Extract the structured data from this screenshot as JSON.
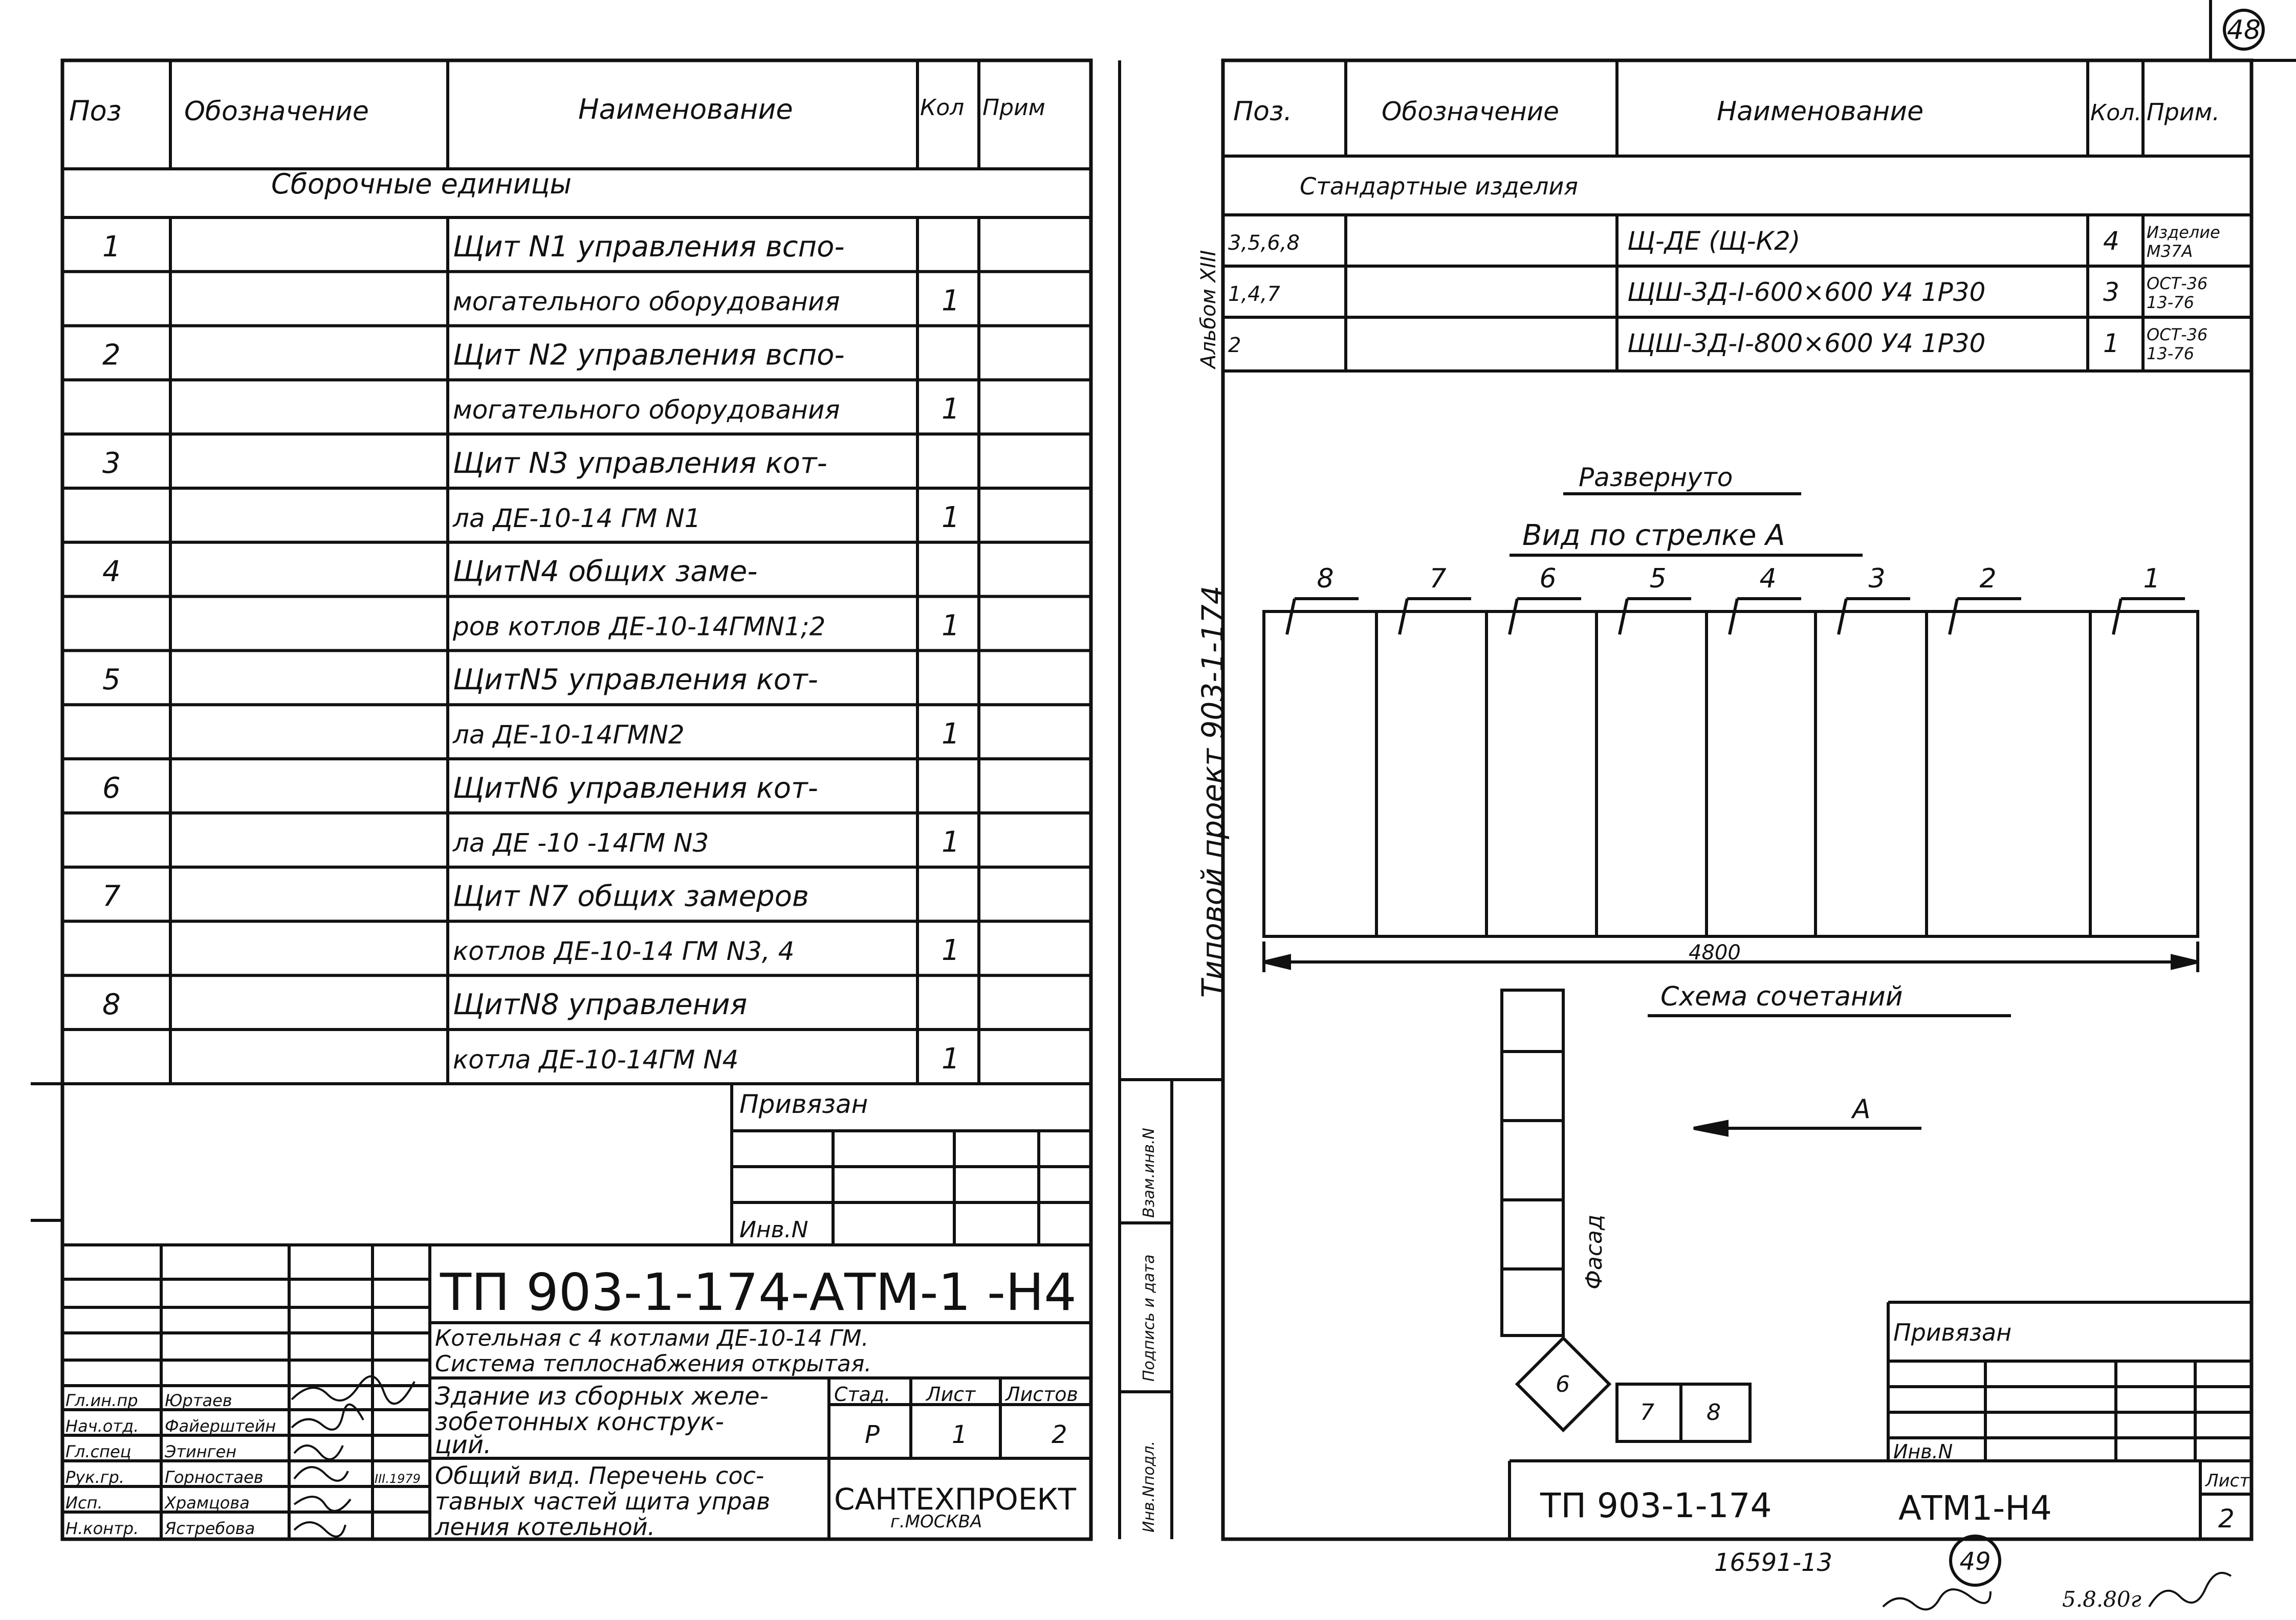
{
  "sheet_number_top": "48",
  "left_table": {
    "headers": {
      "pos": "Поз",
      "designation": "Обозначение",
      "name": "Наименование",
      "qty": "Кол",
      "note": "Прим"
    },
    "section": "Сборочные   единицы",
    "rows": [
      {
        "pos": "1",
        "name": "Щит N1 управления вспо-",
        "qty": ""
      },
      {
        "pos": "",
        "name": "могательного оборудования",
        "qty": "1"
      },
      {
        "pos": "2",
        "name": "Щит N2 управления вспо-",
        "qty": ""
      },
      {
        "pos": "",
        "name": "могательного оборудования",
        "qty": "1"
      },
      {
        "pos": "3",
        "name": "Щит N3 управления кот-",
        "qty": ""
      },
      {
        "pos": "",
        "name": "ла ДЕ-10-14 ГМ N1",
        "qty": "1"
      },
      {
        "pos": "4",
        "name": "ЩитN4 общих заме-",
        "qty": ""
      },
      {
        "pos": "",
        "name": "ров котлов ДЕ-10-14ГМN1;2",
        "qty": "1"
      },
      {
        "pos": "5",
        "name": "ЩитN5 управления кот-",
        "qty": ""
      },
      {
        "pos": "",
        "name": "ла ДЕ-10-14ГМN2",
        "qty": "1"
      },
      {
        "pos": "6",
        "name": "ЩитN6 управления кот-",
        "qty": ""
      },
      {
        "pos": "",
        "name": "ла ДЕ -10 -14ГМ N3",
        "qty": "1"
      },
      {
        "pos": "7",
        "name": "Щит N7 общих замеров",
        "qty": ""
      },
      {
        "pos": "",
        "name": "котлов ДЕ-10-14 ГМ N3, 4",
        "qty": "1"
      },
      {
        "pos": "8",
        "name": "ЩитN8 управления",
        "qty": ""
      },
      {
        "pos": "",
        "name": "котла ДЕ-10-14ГМ N4",
        "qty": "1"
      }
    ],
    "privyazan": "Привязан",
    "inv_no": "Инв.N"
  },
  "title_block": {
    "code": "ТП 903-1-174-АТМ-1 -Н4",
    "line1": "Котельная с 4 котлами ДЕ-10-14 ГМ.",
    "line2": "Система теплоснабжения открытая.",
    "building": [
      "Здание из сборных желе-",
      "зобетонных конструк-",
      "ций."
    ],
    "stage_label": "Стад.",
    "sheet_label": "Лист",
    "sheets_label": "Листов",
    "stage": "Р",
    "sheet": "1",
    "sheets": "2",
    "description": [
      "Общий вид. Перечень сос-",
      "тавных частей щита управ",
      "ления котельной."
    ],
    "org": "САНТЕХПРОЕКТ",
    "city": "г.МОСКВА",
    "date": "III.1979",
    "roles": [
      {
        "role": "Гл.ин.пр",
        "name": "Юртаев"
      },
      {
        "role": "Нач.отд.",
        "name": "Файерштейн"
      },
      {
        "role": "Гл.спец",
        "name": "Этинген"
      },
      {
        "role": "Рук.гр.",
        "name": "Горностаев"
      },
      {
        "role": "Исп.",
        "name": "Храмцова"
      },
      {
        "role": "Н.контр.",
        "name": "Ястребова"
      }
    ]
  },
  "vertical_labels": {
    "album": "Альбом XIII",
    "project": "Типовой проект 903-1-174",
    "vzam": "Взам.инв.N",
    "podpis": "Подпись и дата",
    "inv_podl": "Инв.Nподл."
  },
  "right_table": {
    "headers": {
      "pos": "Поз.",
      "designation": "Обозначение",
      "name": "Наименование",
      "qty": "Кол.",
      "note": "Прим."
    },
    "section": "Стандартные   изделия",
    "rows": [
      {
        "pos": "3,5,6,8",
        "name": "Щ-ДЕ (Щ-К2)",
        "qty": "4",
        "note": [
          "Изделие",
          "М37А"
        ]
      },
      {
        "pos": "1,4,7",
        "name": "ЩШ-3Д-I-600×600 У4 1Р30",
        "qty": "3",
        "note": [
          "ОСТ-36",
          "13-76"
        ]
      },
      {
        "pos": "2",
        "name": "ЩШ-3Д-I-800×600 У4 1Р30",
        "qty": "1",
        "note": [
          "ОСТ-36",
          "13-76"
        ]
      }
    ]
  },
  "drawing": {
    "title_unfolded": "Развернуто",
    "title_view": "Вид по стрелке А",
    "panel_labels": [
      "8",
      "7",
      "6",
      "5",
      "4",
      "3",
      "2",
      "1"
    ],
    "dimension": "4800",
    "scheme_title": "Схема сочетаний",
    "arrow_label": "А",
    "facade": "Фасад",
    "scheme_labels": [
      "6",
      "7",
      "8"
    ]
  },
  "right_stamp": {
    "privyazan": "Привязан",
    "inv_no": "Инв.N",
    "code_left": "ТП 903-1-174",
    "code_right": "АТМ1-Н4",
    "sheet_label": "Лист",
    "sheet": "2"
  },
  "bottom_notes": {
    "number": "16591-13",
    "circle": "49",
    "scribble": "5.8.80г"
  }
}
